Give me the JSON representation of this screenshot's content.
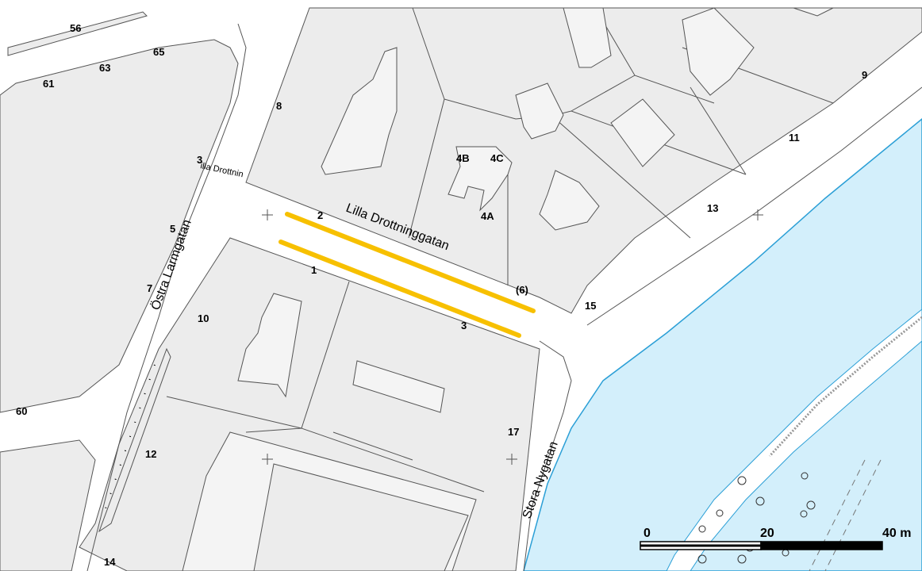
{
  "map": {
    "colors": {
      "background": "#ffffff",
      "block": "#ececec",
      "building": "#f4f4f4",
      "water": "#d3effb",
      "line": "#555555",
      "highlight": "#f7c000",
      "shore": "#2b9fd6"
    },
    "streets": {
      "lilla_drottninggatan": "Lilla Drottninggatan",
      "lilla_drottn_short": "illa Drottnin",
      "ostra_larmgatan": "Östra Larmgatan",
      "stora_nygatan": "Stora Nygatan"
    },
    "address_numbers": {
      "n56": "56",
      "n65": "65",
      "n63": "63",
      "n61": "61",
      "n8": "8",
      "n3a": "3",
      "n5": "5",
      "n7": "7",
      "n10": "10",
      "n12": "12",
      "n14": "14",
      "n60": "60",
      "n2": "2",
      "n1": "1",
      "n3b": "3",
      "n6": "(6)",
      "n4b": "4B",
      "n4c": "4C",
      "n4a": "4A",
      "n9": "9",
      "n11": "11",
      "n13": "13",
      "n15": "15",
      "n17": "17"
    },
    "scale_bar": {
      "label_0": "0",
      "label_20": "20",
      "label_40": "40 m"
    }
  }
}
